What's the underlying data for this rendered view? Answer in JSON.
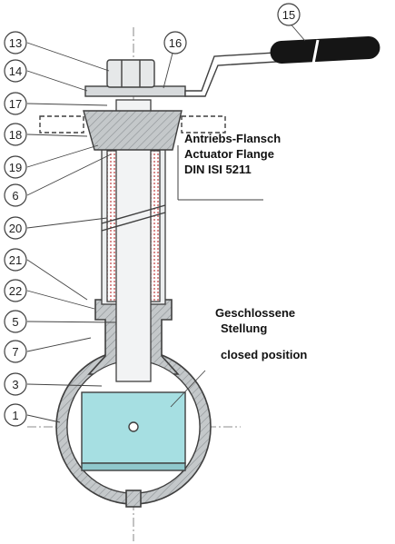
{
  "callouts": [
    "13",
    "14",
    "17",
    "18",
    "19",
    "6",
    "20",
    "21",
    "22",
    "5",
    "7",
    "3",
    "1",
    "16",
    "15"
  ],
  "annotations": {
    "flange": [
      "Antriebs-Flansch",
      "Actuator Flange",
      "DIN ISI 5211"
    ],
    "position": [
      "Geschlossene",
      "Stellung",
      "closed position"
    ]
  },
  "colors": {
    "line": "#4a4a4a",
    "body_fill": "#b9bec1",
    "disc_fill": "#a6dfe2",
    "handle": "#151515",
    "callout_fill": "#ffffff",
    "text": "#111111"
  }
}
